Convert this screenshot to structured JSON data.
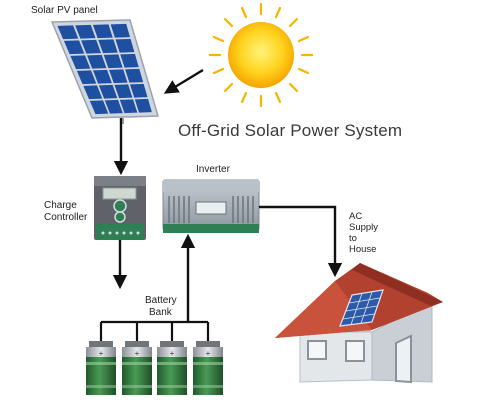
{
  "title": "Off-Grid Solar Power System",
  "labels": {
    "panel": "Solar PV panel",
    "inverter": "Inverter",
    "charge_controller": [
      "Charge",
      "Controller"
    ],
    "battery_bank": [
      "Battery",
      "Bank"
    ],
    "ac_supply": [
      "AC",
      "Supply",
      "to",
      "House"
    ]
  },
  "colors": {
    "panel_cell": "#1f4fa0",
    "panel_frame": "#cfd6df",
    "sun_outer": "#f7b500",
    "sun_inner": "#ffe15a",
    "controller_body": "#5f6369",
    "controller_base": "#2f7f55",
    "inverter_top": "#a9b1b8",
    "inverter_base": "#2f7f55",
    "battery_body": "#2f7a3f",
    "roof": "#b3412f",
    "house_wall": "#d9dde2",
    "wire": "#111111"
  },
  "icons": [
    "sun-icon",
    "solar-panel-icon",
    "charge-controller-icon",
    "inverter-icon",
    "battery-icon",
    "house-icon"
  ]
}
